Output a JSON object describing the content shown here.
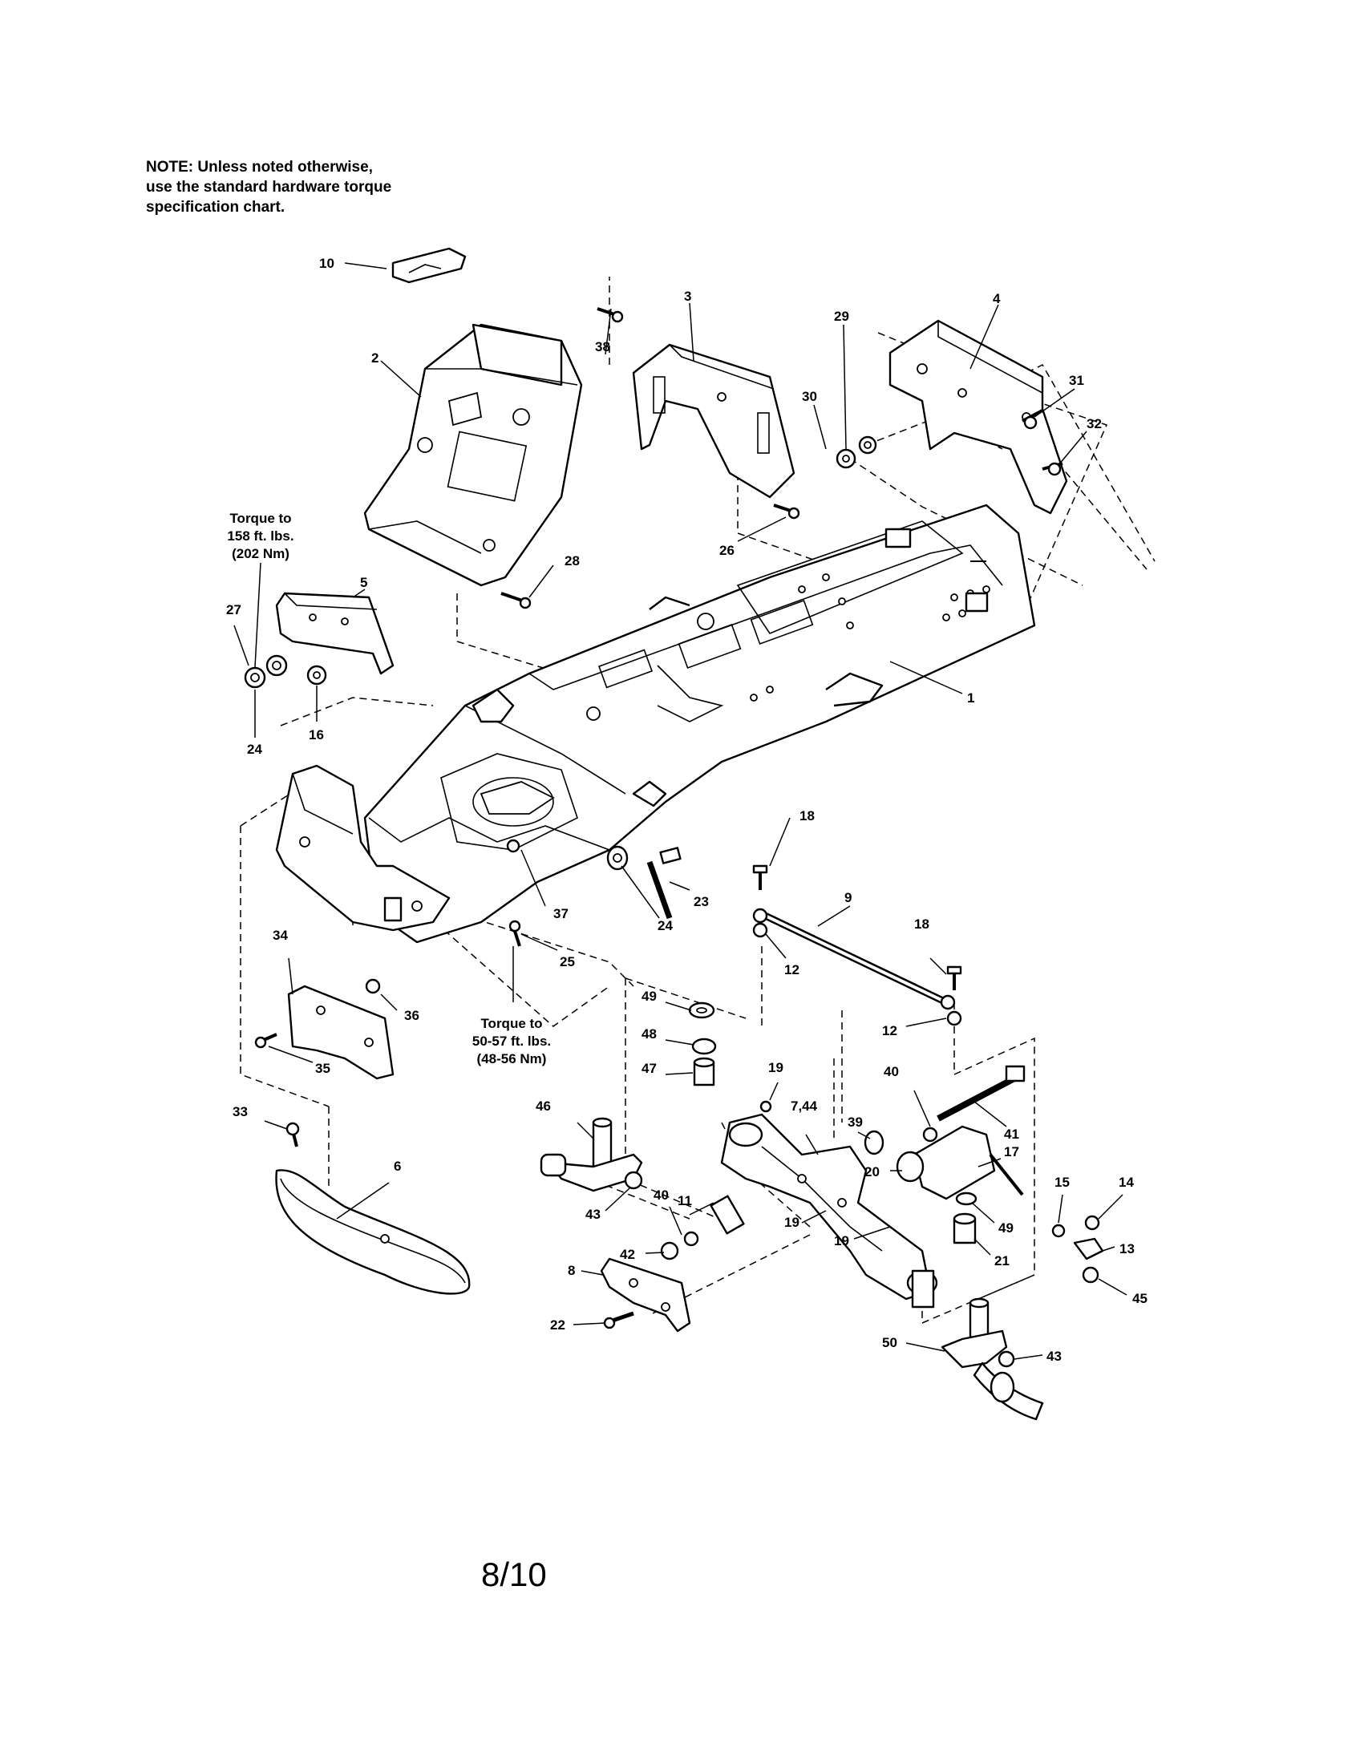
{
  "note": {
    "line1": "NOTE: Unless noted otherwise,",
    "line2": "use the standard hardware torque",
    "line3": "specification chart."
  },
  "torque_notes": {
    "frame": {
      "line1": "Torque to",
      "line2": "158 ft. lbs.",
      "line3": "(202 Nm)"
    },
    "bracket": {
      "line1": "Torque to",
      "line2": "50-57 ft. lbs.",
      "line3": "(48-56 Nm)"
    }
  },
  "callouts": {
    "c10": "10",
    "c2": "2",
    "c3": "3",
    "c38": "38",
    "c4": "4",
    "c29": "29",
    "c30": "30",
    "c31": "31",
    "c32": "32",
    "c26": "26",
    "c28": "28",
    "c5": "5",
    "c27": "27",
    "c24a": "24",
    "c16": "16",
    "c1": "1",
    "c18a": "18",
    "c9": "9",
    "c23": "23",
    "c24b": "24",
    "c37": "37",
    "c12a": "12",
    "c18b": "18",
    "c25": "25",
    "c34": "34",
    "c36": "36",
    "c12b": "12",
    "c35": "35",
    "c49a": "49",
    "c48": "48",
    "c47": "47",
    "c19a": "19",
    "c40a": "40",
    "c41": "41",
    "c33": "33",
    "c46": "46",
    "c744": "7,44",
    "c39": "39",
    "c6": "6",
    "c20": "20",
    "c17": "17",
    "c15": "15",
    "c14": "14",
    "c11": "11",
    "c40b": "40",
    "c43a": "43",
    "c42": "42",
    "c19b": "19",
    "c49b": "49",
    "c13": "13",
    "c19c": "19",
    "c21": "21",
    "c8": "8",
    "c45": "45",
    "c22": "22",
    "c50": "50",
    "c43b": "43"
  },
  "page_number": "8/10"
}
